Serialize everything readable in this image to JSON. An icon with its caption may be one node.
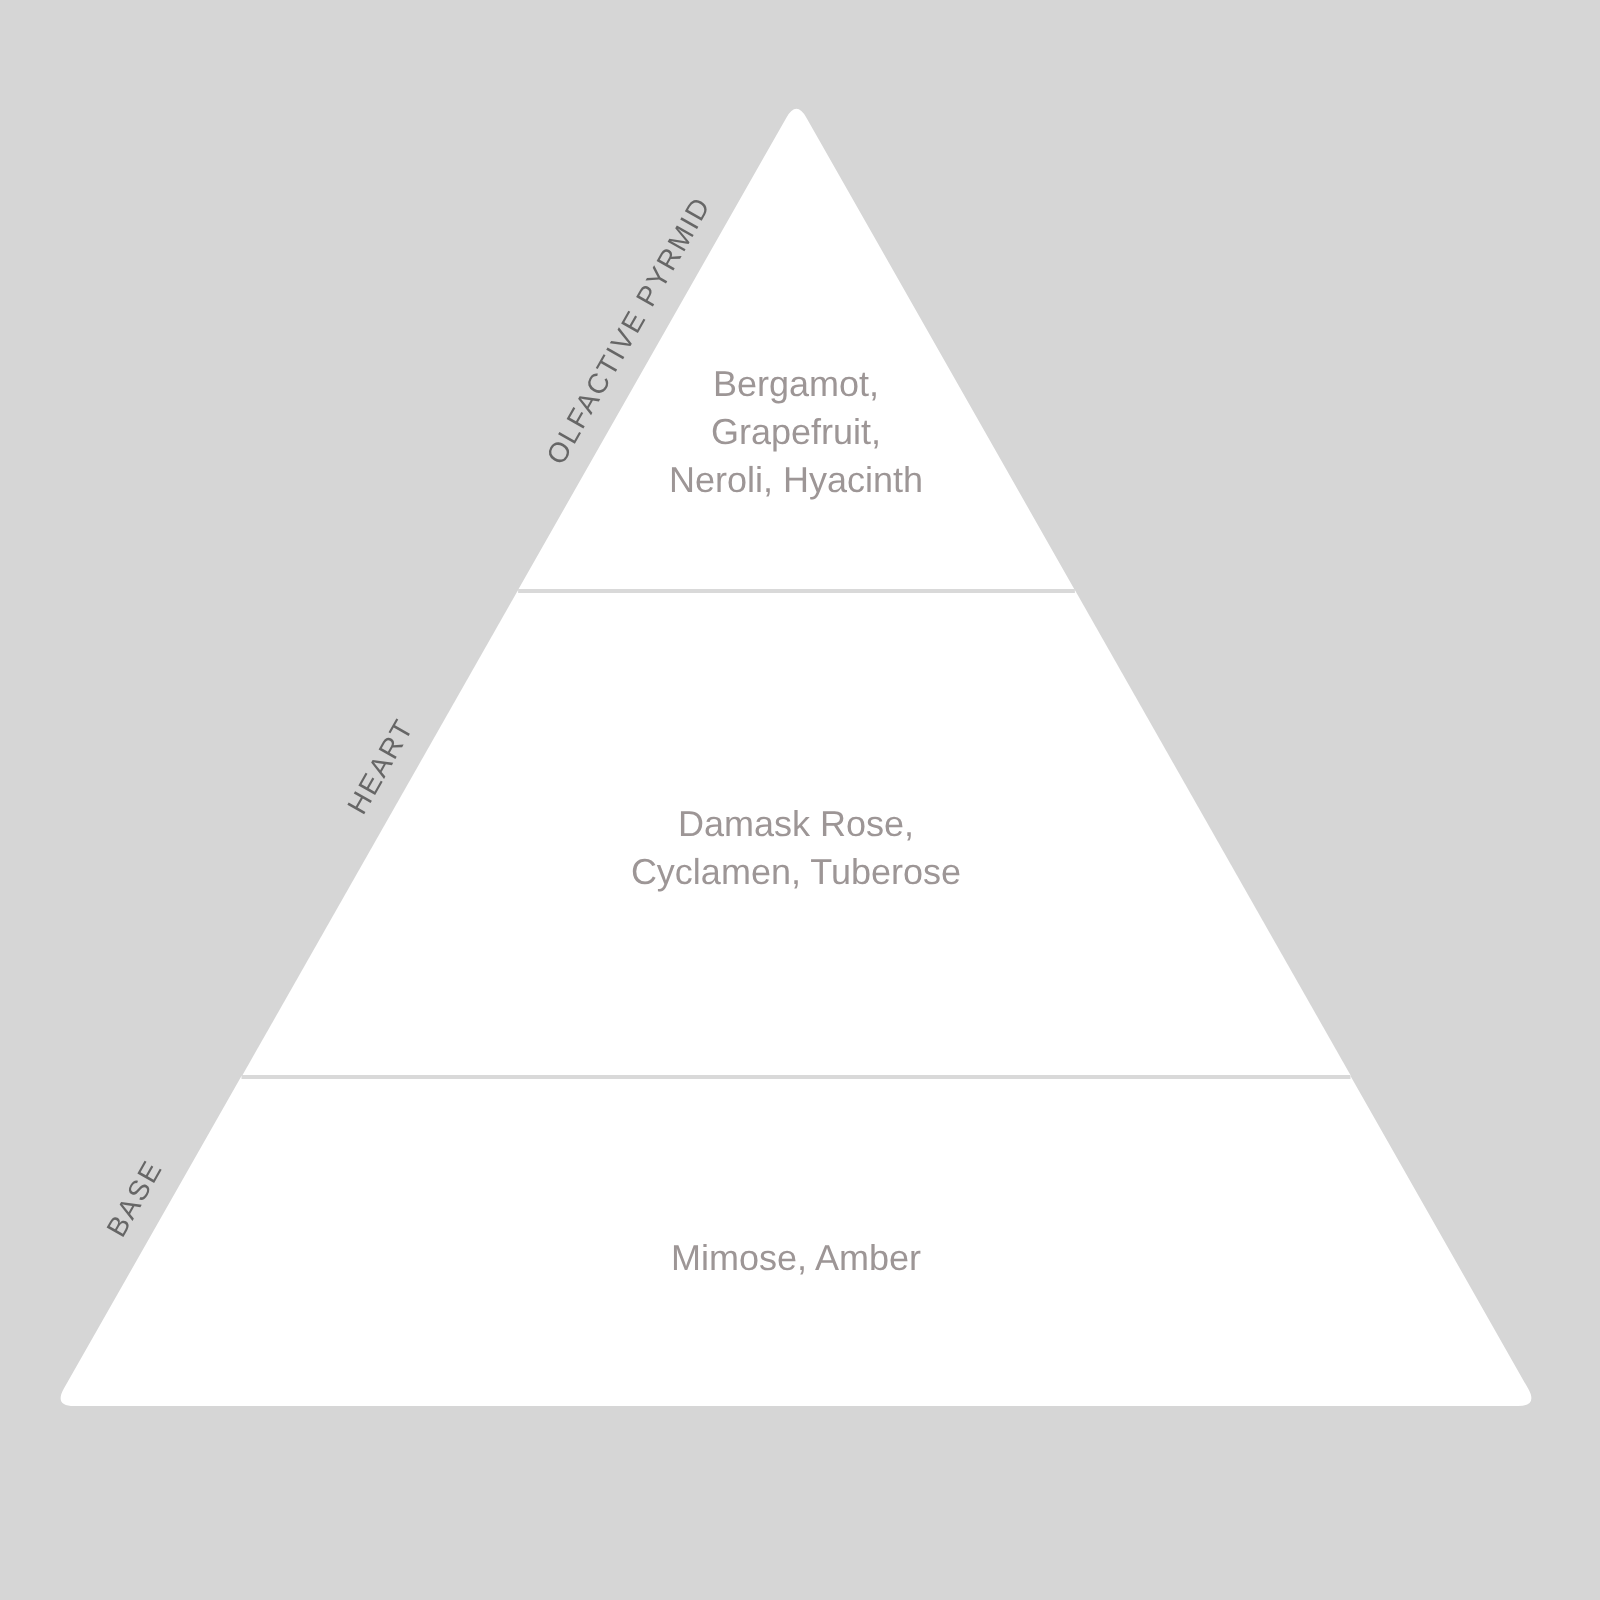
{
  "diagram": {
    "nodes": [
      {
        "text": [
          "OLFACTIVE PYRMID",
          "Bergamot, Grapefruit, Neroli, Hyacinth"
        ]
      },
      {
        "text": [
          "HEART",
          "Damask Rose, Cyclamen, Tuberose"
        ]
      },
      {
        "text": [
          "BASE",
          "Mimose, Amber"
        ]
      }
    ]
  }
}
